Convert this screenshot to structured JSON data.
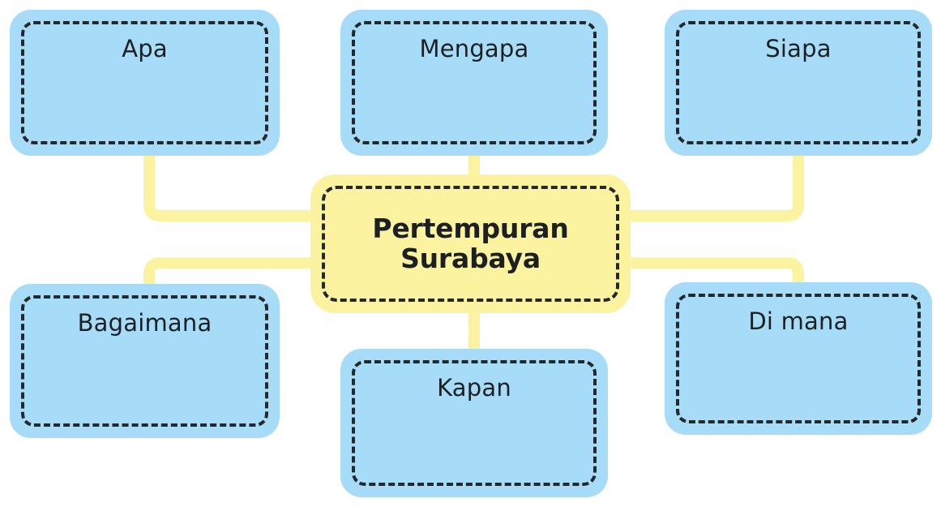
{
  "diagram": {
    "type": "mind-map",
    "title": "Pertempuran Surabaya",
    "language": "id",
    "colors": {
      "branch_fill": "#a6dcf7",
      "central_fill": "#fbf3a0",
      "connector": "#fbf3a0",
      "border_dash": "#24272b",
      "text": "#1d2023",
      "background": "#ffffff"
    },
    "central": {
      "label": "Pertempuran Surabaya",
      "line1": "Pertempuran",
      "line2": "Surabaya"
    },
    "branches": [
      {
        "id": "apa",
        "label": "Apa",
        "position": "top-left"
      },
      {
        "id": "mengapa",
        "label": "Mengapa",
        "position": "top-center"
      },
      {
        "id": "siapa",
        "label": "Siapa",
        "position": "top-right"
      },
      {
        "id": "bagaimana",
        "label": "Bagaimana",
        "position": "bottom-left"
      },
      {
        "id": "kapan",
        "label": "Kapan",
        "position": "bottom-center"
      },
      {
        "id": "dimana",
        "label": "Di mana",
        "position": "bottom-right"
      }
    ]
  }
}
